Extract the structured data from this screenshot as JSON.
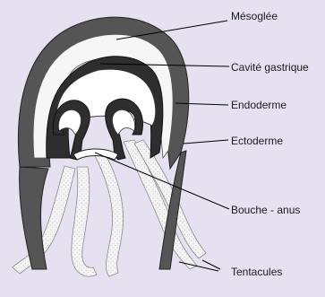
{
  "background_color": "#e6e1f0",
  "colors": {
    "ectoderm": "#555555",
    "endoderm": "#2e2e2e",
    "mesoglea": "#f6f6f6",
    "tentacle_fill": "#f4f4f4",
    "tentacle_stipple": "#bdbdbd",
    "leader_line": "#000000"
  },
  "labels": {
    "mesoglee": "Mésoglée",
    "cavite_gastrique": "Cavité gastrique",
    "endoderme": "Endoderme",
    "ectoderme": "Ectoderme",
    "bouche_anus": "Bouche - anus",
    "tentacules": "Tentacules"
  }
}
